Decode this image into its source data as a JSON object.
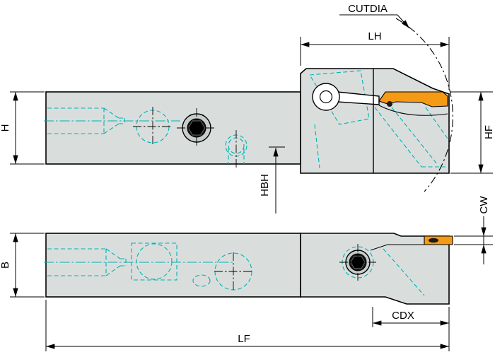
{
  "drawing": {
    "labels": {
      "cutdia": "CUTDIA",
      "lh": "LH",
      "h": "H",
      "hf": "HF",
      "hbh": "HBH",
      "cw": "CW",
      "b": "B",
      "cdx": "CDX",
      "lf": "LF"
    },
    "colors": {
      "background": "#ffffff",
      "body_fill": "#d9dedd",
      "outline": "#000000",
      "hidden_detail": "#00b2b2",
      "insert": "#f49a15",
      "screw_dark": "#171717"
    }
  }
}
